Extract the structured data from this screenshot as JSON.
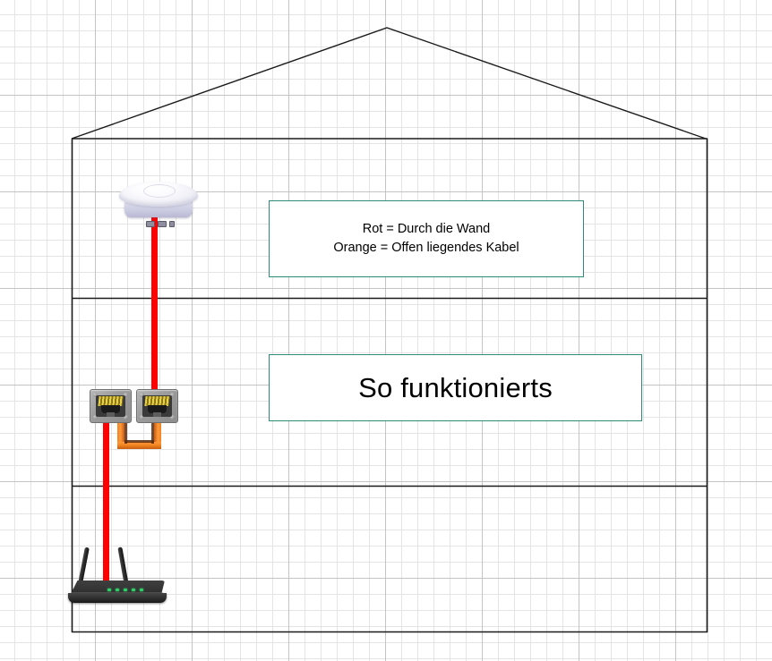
{
  "diagram": {
    "title_box": {
      "text": "So funktionierts",
      "border_color": "#2e8b7a"
    },
    "legend_box": {
      "line1": "Rot = Durch die Wand",
      "line2": "Orange = Offen liegendes Kabel",
      "border_color": "#2e8b7a"
    },
    "cables": {
      "red": {
        "name": "Rot",
        "meaning": "Durch die Wand",
        "color": "#fe0000"
      },
      "orange": {
        "name": "Orange",
        "meaning": "Offen liegendes Kabel",
        "color": "#f0831e"
      }
    },
    "devices": {
      "access_point": "ceiling-access-point",
      "wall_jack_left": "rj45-wall-jack",
      "wall_jack_right": "rj45-wall-jack",
      "router": "wireless-router"
    },
    "house": {
      "outline_color": "#1a1a1a",
      "floors": 3
    },
    "canvas": {
      "grid_minor_color": "#e1e1e1",
      "grid_major_color": "#bebebe",
      "background": "#ffffff"
    }
  }
}
